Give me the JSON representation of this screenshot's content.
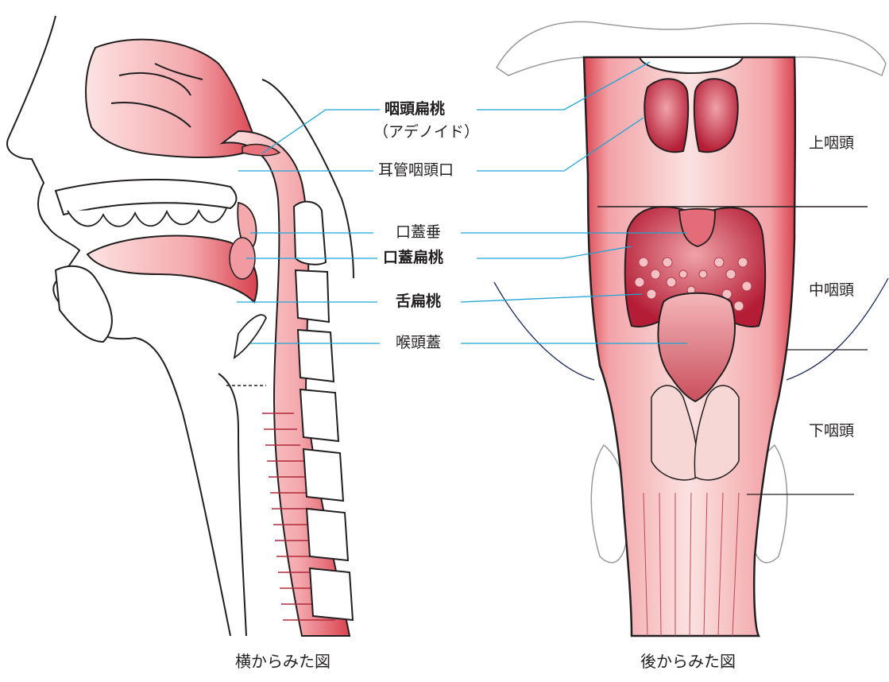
{
  "labels": {
    "pharyngeal_tonsil": "咽頭扁桃",
    "adenoid": "（アデノイド）",
    "eustachian_opening": "耳管咽頭口",
    "uvula": "口蓋垂",
    "palatine_tonsil": "口蓋扁桃",
    "lingual_tonsil": "舌扁桃",
    "epiglottis": "喉頭蓋",
    "nasopharynx": "上咽頭",
    "oropharynx": "中咽頭",
    "hypopharynx": "下咽頭"
  },
  "captions": {
    "side_view": "横からみた図",
    "back_view": "後からみた図"
  },
  "colors": {
    "leader_line": "#1fa3d8",
    "tissue_pink": "#f2a7ab",
    "tissue_red": "#d7434f",
    "outline": "#231f20",
    "region_line": "#1b2a57"
  }
}
